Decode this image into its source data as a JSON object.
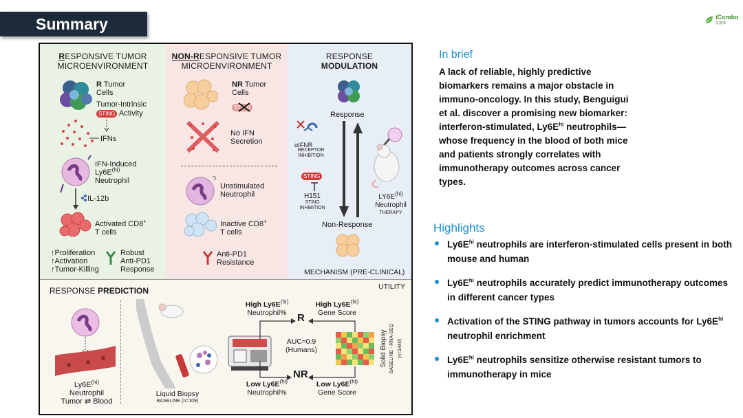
{
  "slide": {
    "title": "Summary",
    "logo": {
      "name": "iCombo",
      "sub": "爱康博"
    }
  },
  "figure": {
    "responsive": {
      "header_u": "R",
      "header_rest": "ESPONSIVE TUMOR",
      "header_line2": "MICROENVIRONMENT",
      "tumor_r": "R",
      "tumor_label": " Tumor",
      "tumor_label2": "Cells",
      "intrinsic": "Tumor-Intrinsic",
      "sting": "STING",
      "activity": "Activity",
      "ifns": "IFNs",
      "neutrophil_l1": "IFN-Induced",
      "neutrophil_l2": "Ly6E",
      "neutrophil_sup": "(hi)",
      "neutrophil_l3": "Neutrophil",
      "il12b": "IL-12b",
      "cd8_l1": "Activated CD8",
      "cd8_sup": "+",
      "cd8_l2": "T cells",
      "proliferation": "↑Proliferation",
      "activation": "↑Activation",
      "killing": "↑Tumor-Killing",
      "robust_l1": "Robust",
      "robust_l2": "Anti-PD1",
      "robust_l3": "Response"
    },
    "nonresponsive": {
      "header_u": "NON-R",
      "header_rest": "ESPONSIVE TUMOR",
      "header_line2": "MICROENVIRONMENT",
      "tumor_nr": "NR",
      "tumor_label": " Tumor",
      "tumor_label2": "Cells",
      "sting": "STING",
      "noifn_l1": "No IFN",
      "noifn_l2": "Secretion",
      "unstim_l1": "Unstimulated",
      "unstim_l2": "Neutrophil",
      "inactive_l1": "Inactive CD8",
      "inactive_sup": "+",
      "inactive_l2": "T cells",
      "resist_l1": "Anti-PD1",
      "resist_l2": "Resistance"
    },
    "modulation": {
      "header_l1": "RESPONSE",
      "header_l2": "MODULATION",
      "response": "Response",
      "aifnr": "αIFNR",
      "receptor_l1": "RECEPTOR",
      "receptor_l2": "INHIBITION",
      "sting": "STING",
      "h151": "H151",
      "sting_inh_l1": "STING",
      "sting_inh_l2": "INHIBITION",
      "ly6e": "LY6E",
      "ly6e_sup": "(hi)",
      "ly6e_l2": "Neutrophil",
      "therapy": "THERAPY",
      "nonresponse": "Non-Response",
      "mechanism": "MECHANISM (PRE-CLINICAL)"
    },
    "prediction": {
      "utility": "UTILITY",
      "header_a": "RESPONSE ",
      "header_b": "PREDICTION",
      "ly6e_l1": "Ly6E",
      "ly6e_sup": "(hi)",
      "ly6e_l2": "Neutrophil",
      "ly6e_l3": "Tumor ⇄ Blood",
      "liquid_l1": "Liquid Biopsy",
      "liquid_l2": "BASELINE (n=109)",
      "high_n_l1": "High Ly6E",
      "high_n_sup": "(hi)",
      "high_n_l2": "Neutrophil%",
      "high_g_l1": "High Ly6E",
      "high_g_sup": "(hi)",
      "high_g_l2": "Gene Score",
      "r": "R",
      "nr": "NR",
      "auc_l1": "AUC≈0.9",
      "auc_l2": "(Humans)",
      "low_n_l1": "Low Ly6E",
      "low_n_sup": "(hi)",
      "low_n_l2": "Neutrophil%",
      "low_g_l1": "Low Ly6E",
      "low_g_sup": "(hi)",
      "low_g_l2": "Gene Score",
      "solid_l1": "Solid Biopsy",
      "solid_l2": "BASELINE - RNA-SEQ",
      "solid_l3": "(n=1440)"
    }
  },
  "brief": {
    "heading": "In brief",
    "text_a": "A lack of reliable, highly predictive biomarkers remains a major obstacle in immuno-oncology. In this study, Benguigui et al. discover a promising new biomarker: interferon-stimulated, Ly6E",
    "text_sup": "hi",
    "text_b": " neutrophils—whose frequency in the blood of both mice and patients strongly correlates with immunotherapy outcomes across cancer types."
  },
  "highlights": {
    "heading": "Highlights",
    "items": [
      {
        "a": "Ly6E",
        "sup": "hi",
        "b": " neutrophils are interferon-stimulated cells present in both mouse and human"
      },
      {
        "a": "Ly6E",
        "sup": "hi",
        "b": " neutrophils accurately predict immunotherapy outcomes in different cancer types"
      },
      {
        "a": "Activation of the STING pathway in tumors accounts for Ly6E",
        "sup": "hi",
        "b": " neutrophil enrichment"
      },
      {
        "a": "Ly6E",
        "sup": "hi",
        "b": " neutrophils sensitize otherwise resistant tumors to immunotherapy in mice"
      }
    ]
  },
  "colors": {
    "accent": "#1a8fd0",
    "title_bg": "#1c2a3a",
    "sting": "#d23a3a"
  }
}
